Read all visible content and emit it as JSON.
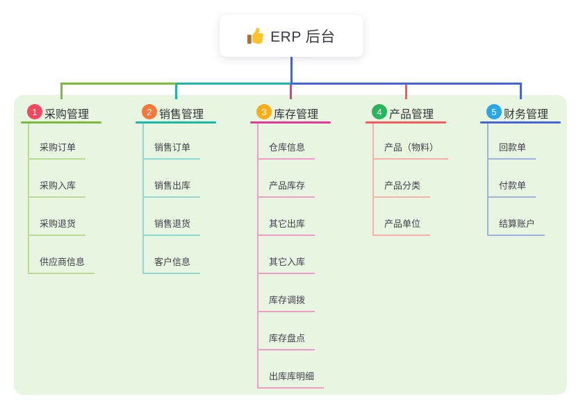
{
  "root": {
    "title": "ERP 后台",
    "icon": "thumbs-up-icon",
    "line_color": "#4565d6",
    "icon_hand_color": "#fcc42c",
    "icon_cuff_color": "#a97136"
  },
  "panel_color": "#e7f5e1",
  "branches": [
    {
      "num": "1",
      "title": "采购管理",
      "badge_color": "#f5485e",
      "line_color": "#7cb93e",
      "child_line_color": "#bbdc8f",
      "children": [
        "采购订单",
        "采购入库",
        "采购退货",
        "供应商信息"
      ]
    },
    {
      "num": "2",
      "title": "销售管理",
      "badge_color": "#f4793b",
      "line_color": "#18b7aa",
      "child_line_color": "#8fd9d3",
      "children": [
        "销售订单",
        "销售出库",
        "销售退货",
        "客户信息"
      ]
    },
    {
      "num": "3",
      "title": "库存管理",
      "badge_color": "#fbae17",
      "line_color": "#e23a97",
      "child_line_color": "#f19bcb",
      "children": [
        "仓库信息",
        "产品库存",
        "其它出库",
        "其它入库",
        "库存调拨",
        "库存盘点",
        "出库库明细"
      ]
    },
    {
      "num": "4",
      "title": "产品管理",
      "badge_color": "#2cb45c",
      "line_color": "#f15b5b",
      "child_line_color": "#f8b1a9",
      "children": [
        "产品（物料）",
        "产品分类",
        "产品单位"
      ]
    },
    {
      "num": "5",
      "title": "财务管理",
      "badge_color": "#2aa7e8",
      "line_color": "#4565d6",
      "child_line_color": "#9fb0e2",
      "children": [
        "回款单",
        "付款单",
        "结算账户"
      ]
    }
  ]
}
